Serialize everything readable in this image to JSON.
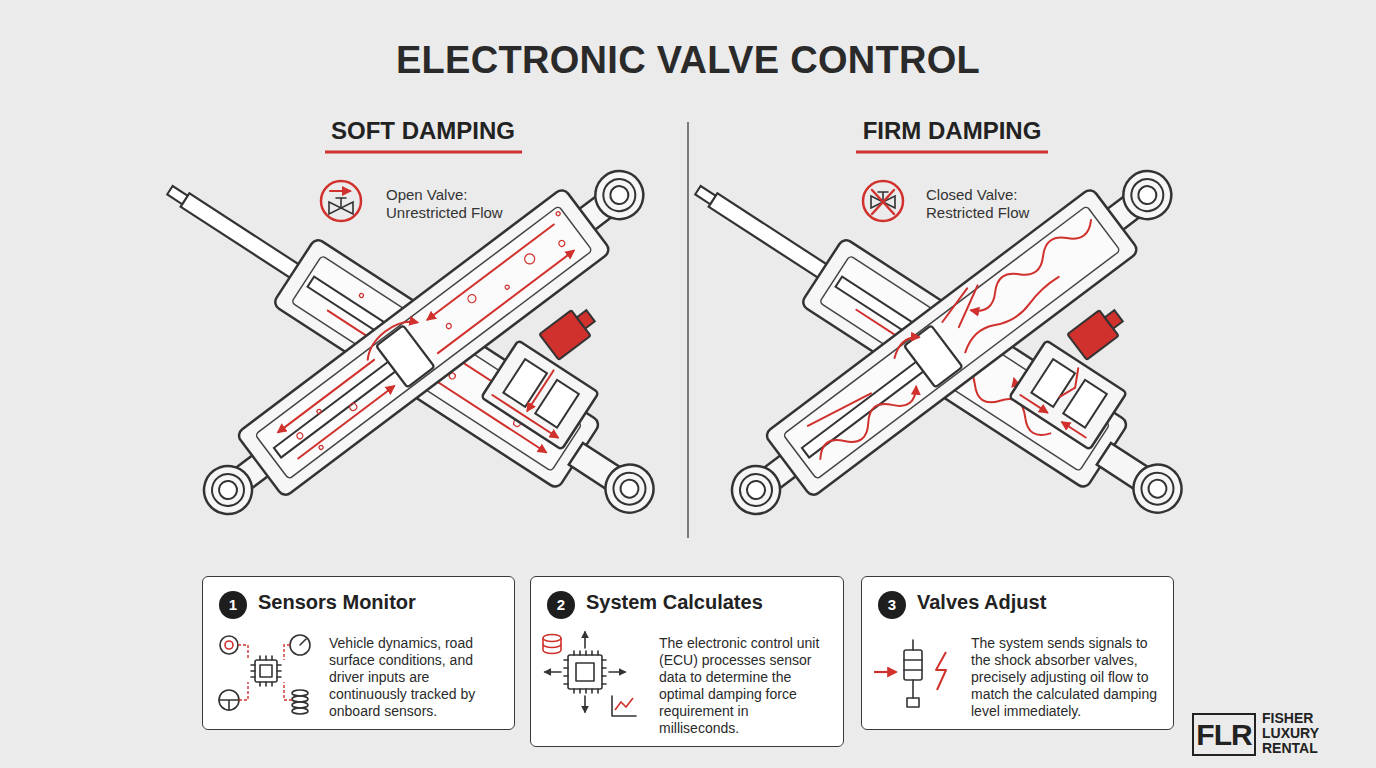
{
  "diagram": {
    "title": "ELECTRONIC VALVE CONTROL",
    "nodes": [
      {
        "text": [
          "Sensors Monitor",
          "Vehicle dynamics, road surface conditions, and driver inputs are continuously tracked by onboard sensors."
        ]
      },
      {
        "text": [
          "1"
        ],
        "in": 0
      },
      {
        "text": [
          "System Calculates",
          "The electronic control unit (ECU) processes sensor data to determine the optimal damping force requirement in milliseconds."
        ]
      },
      {
        "text": [
          "2"
        ],
        "in": 2
      },
      {
        "text": [
          "Valves Adjust",
          "The system sends signals to the shock absorber valves, precisely adjusting oil flow to match the calculated damping level immediately."
        ]
      },
      {
        "text": [
          "3"
        ],
        "in": 4
      },
      {
        "text": [
          "FLR"
        ]
      }
    ],
    "labels": [
      "SOFT DAMPING",
      "Open Valve: Unrestricted Flow",
      "FIRM DAMPING",
      "Closed Valve: Restricted Flow",
      "FISHER LUXURY RENTAL"
    ]
  }
}
